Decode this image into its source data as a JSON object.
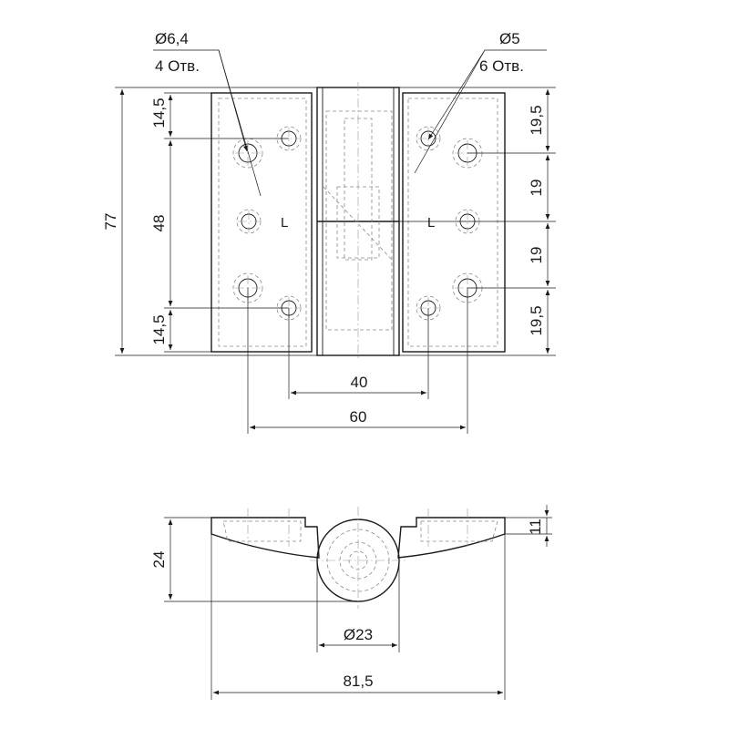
{
  "callouts": {
    "left_hole": {
      "diameter": "Ø6,4",
      "count": "4 Отв."
    },
    "right_hole": {
      "diameter": "Ø5",
      "count": "6 Отв."
    }
  },
  "leaf_marks": {
    "left": "L",
    "right": "L"
  },
  "dimensions": {
    "overall_height": "77",
    "left_top": "14,5",
    "left_middle": "48",
    "left_bottom": "14,5",
    "right_1": "19,5",
    "right_2": "19",
    "right_3": "19",
    "right_4": "19,5",
    "inner_spacing": "40",
    "outer_spacing": "60",
    "profile_height": "24",
    "leaf_thickness": "11",
    "knuckle_diameter": "Ø23",
    "overall_width": "81,5"
  }
}
